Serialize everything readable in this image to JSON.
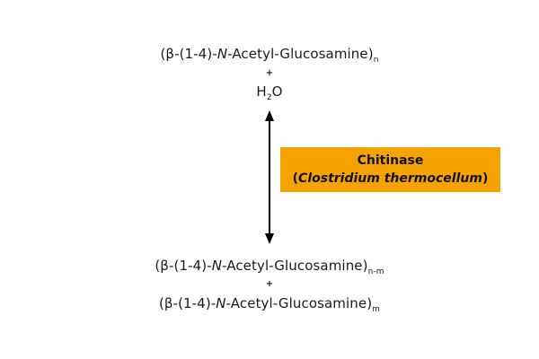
{
  "reaction": {
    "reactant": {
      "prefix": "(β-(1-4)-",
      "italic": "N",
      "name": "-Acetyl-Glucosamine)",
      "subscript": "n"
    },
    "plus": "+",
    "water": {
      "h": "H",
      "subscript": "2",
      "o": "O"
    },
    "product_1": {
      "prefix": "(β-(1-4)-",
      "italic": "N",
      "name": "-Acetyl-Glucosamine)",
      "subscript": "n-m"
    },
    "product_2": {
      "prefix": "(β-(1-4)-",
      "italic": "N",
      "name": "-Acetyl-Glucosamine)",
      "subscript": "m"
    }
  },
  "enzyme": {
    "name": "Chitinase",
    "open_paren": "(",
    "organism": "Clostridium thermocellum",
    "close_paren": ")",
    "color": "#f5a300"
  },
  "arrow": {
    "direction": "bidirectional",
    "color": "#000000"
  }
}
